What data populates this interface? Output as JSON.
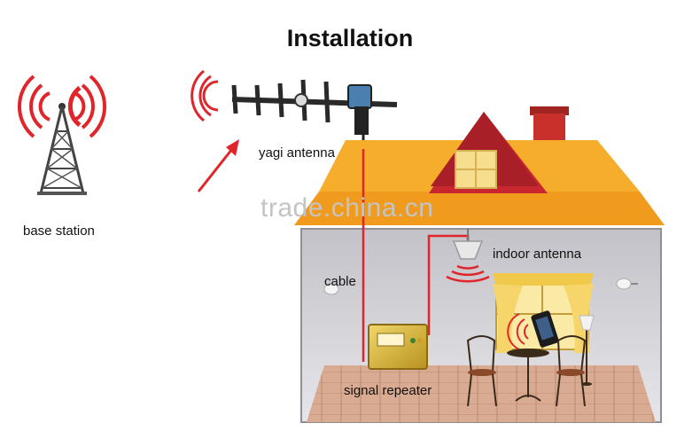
{
  "title": "Installation",
  "labels": {
    "base_station": "base station",
    "yagi_antenna": "yagi antenna",
    "indoor_antenna": "indoor antenna",
    "cable": "cable",
    "signal_repeater": "signal repeater"
  },
  "watermark": "trade.china.cn",
  "colors": {
    "signal_red": "#e0262b",
    "roof_orange": "#f5a623",
    "roof_red": "#c8272f",
    "chimney": "#c9302c",
    "wall_gray": "#cfcfd4",
    "floor": "#d6a68c",
    "window_yellow": "#f6d66a",
    "repeater_gold": "#c9a227"
  },
  "icons": [
    "radio-tower-icon",
    "yagi-antenna-icon",
    "ceiling-antenna-icon",
    "repeater-box-icon",
    "mobile-phone-icon",
    "cafe-chair-icon",
    "cafe-table-icon",
    "floor-lamp-icon",
    "wall-lamp-icon"
  ]
}
